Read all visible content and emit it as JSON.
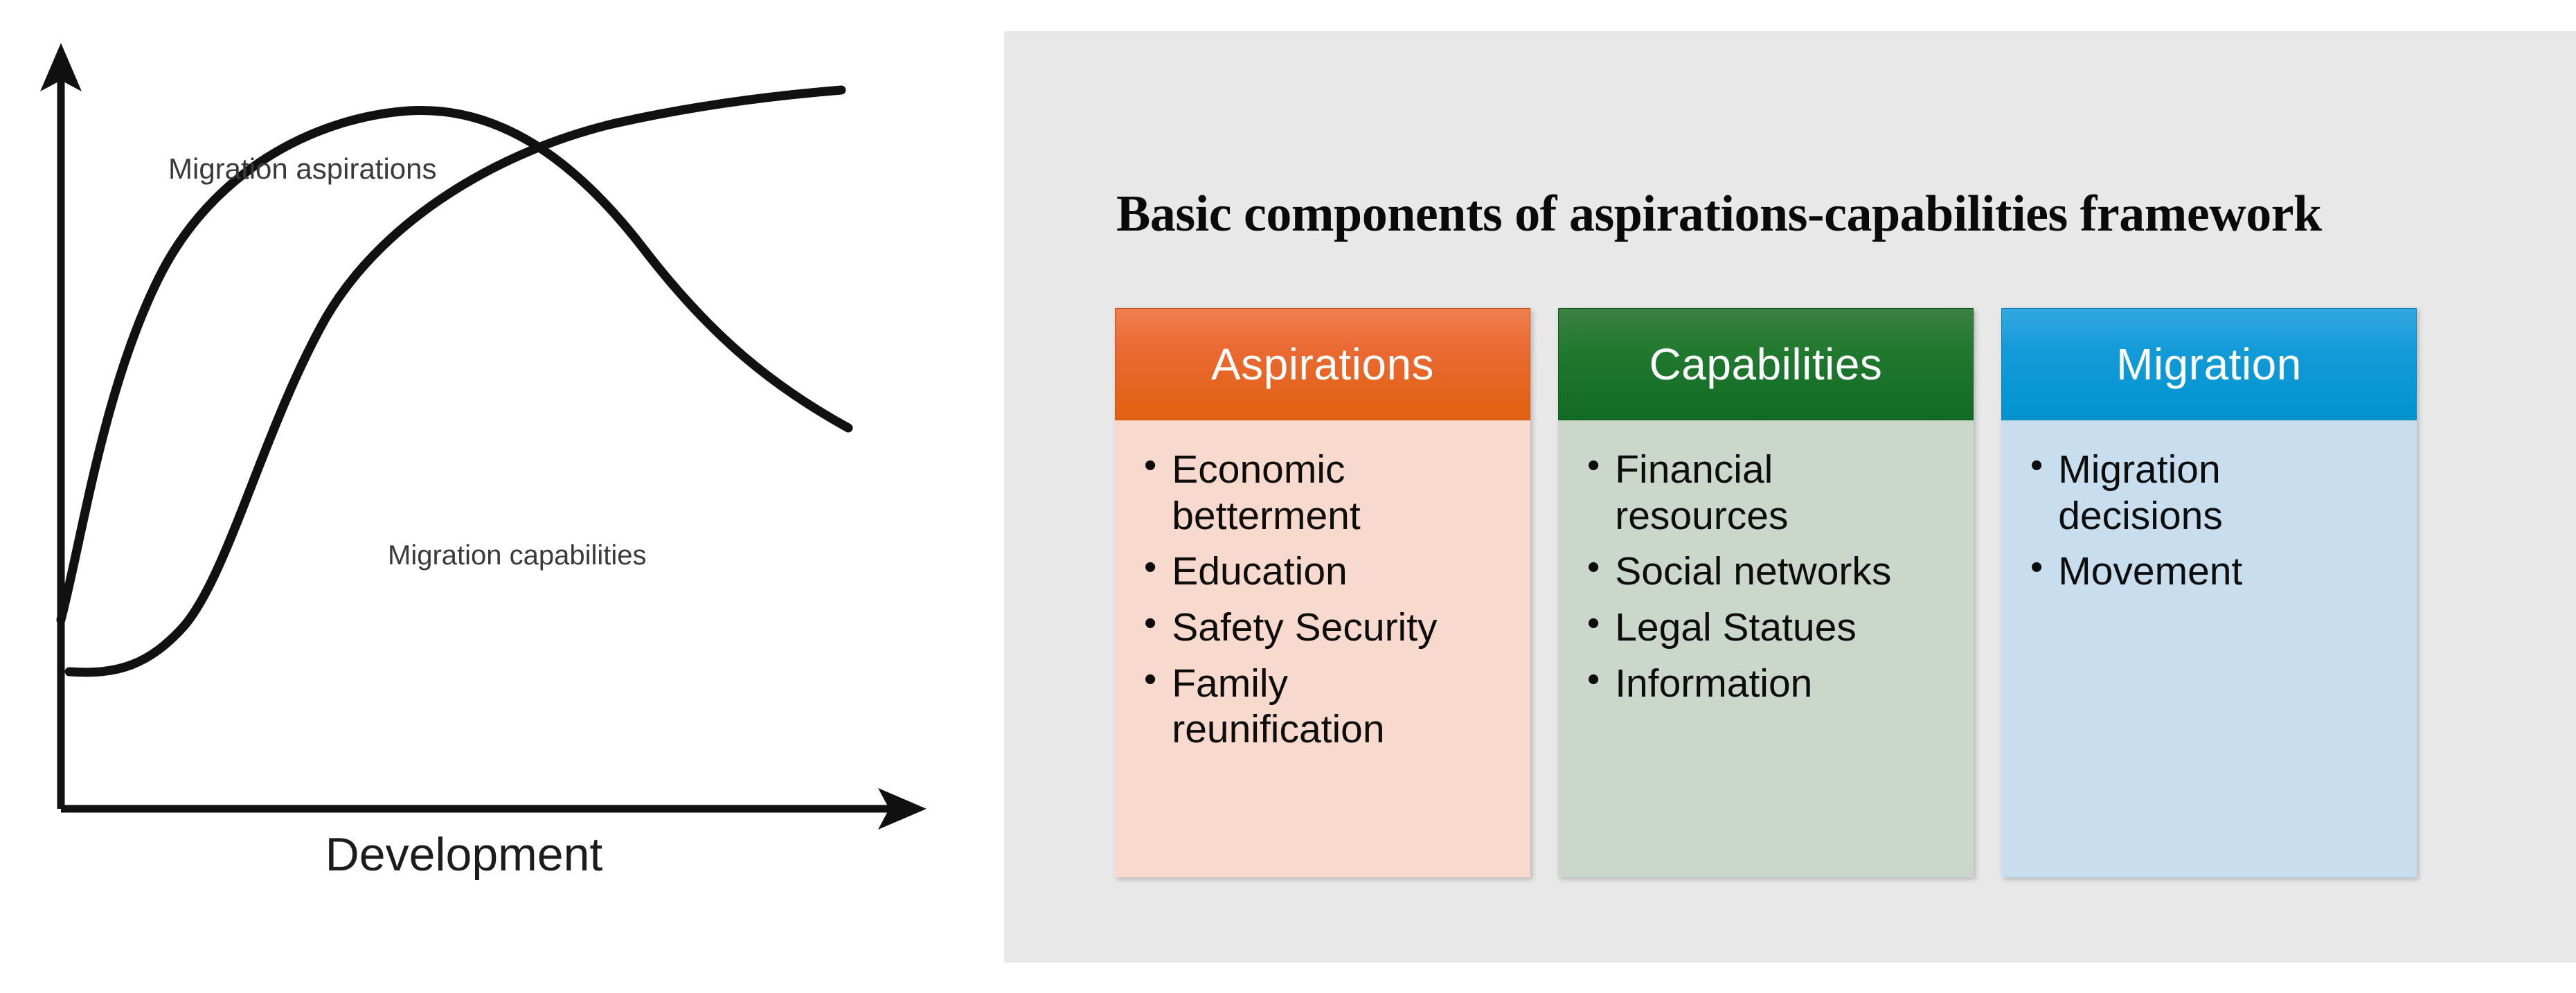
{
  "chart_data": {
    "type": "line",
    "title": "",
    "xlabel": "Development",
    "ylabel": "",
    "grid": false,
    "legend_position": "inline-annotations",
    "axis_style": "arrow-axes, no tick labels",
    "xlim": [
      0,
      10
    ],
    "ylim": [
      0,
      10
    ],
    "annotations": [
      "Migration aspirations",
      "Migration capabilities"
    ],
    "series": [
      {
        "name": "Migration aspirations",
        "shape": "inverted-U (rises steeply, peaks mid-development, then declines)",
        "x": [
          0.6,
          1.0,
          1.6,
          2.3,
          3.0,
          3.8,
          4.6,
          5.4,
          6.2,
          7.0,
          7.8,
          8.6,
          9.3
        ],
        "y": [
          2.0,
          3.3,
          5.1,
          6.6,
          7.5,
          8.1,
          8.4,
          8.3,
          8.0,
          7.4,
          6.5,
          5.4,
          4.2
        ]
      },
      {
        "name": "Migration capabilities",
        "shape": "S-curve (slow start, steep middle rise, levelling off)",
        "x": [
          1.0,
          1.8,
          2.6,
          3.2,
          3.8,
          4.4,
          5.0,
          5.8,
          6.6,
          7.4,
          8.2,
          9.0,
          9.6
        ],
        "y": [
          1.2,
          1.3,
          1.8,
          2.6,
          3.8,
          5.2,
          6.3,
          7.2,
          7.8,
          8.2,
          8.5,
          8.7,
          8.75
        ]
      }
    ]
  },
  "chart": {
    "xaxis_label": "Development",
    "label_aspirations": "Migration aspirations",
    "label_capabilities": "Migration capabilities"
  },
  "framework": {
    "title": "Basic components of aspirations-capabilities framework",
    "colors": {
      "panel_background": "#e8e8e8",
      "aspirations_header": "#e2600f",
      "aspirations_body": "#f7d9ce",
      "capabilities_header": "#116b24",
      "capabilities_body": "#ccd7cb",
      "migration_header": "#0294cf",
      "migration_body": "#c8dded",
      "header_text": "#ffffff"
    },
    "cards": [
      {
        "heading": "Aspirations",
        "items": [
          "Economic betterment",
          "Education",
          "Safety Security",
          "Family reunification"
        ]
      },
      {
        "heading": "Capabilities",
        "items": [
          "Financial resources",
          "Social networks",
          "Legal Statues",
          "Information"
        ]
      },
      {
        "heading": "Migration",
        "items": [
          "Migration decisions",
          "Movement"
        ]
      }
    ],
    "bullet_glyph": "•"
  }
}
